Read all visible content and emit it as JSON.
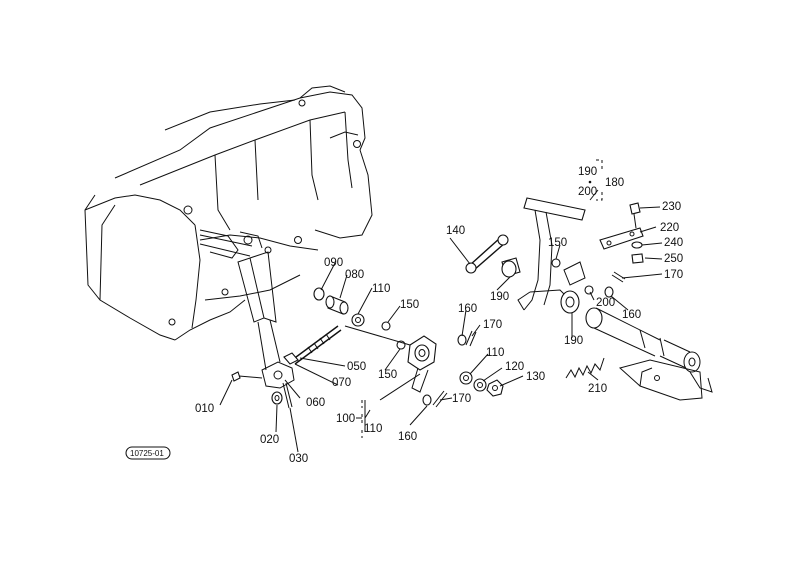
{
  "diagram": {
    "part_labels": [
      {
        "id": "010",
        "text": "010"
      },
      {
        "id": "020",
        "text": "020"
      },
      {
        "id": "030",
        "text": "030"
      },
      {
        "id": "050",
        "text": "050"
      },
      {
        "id": "060",
        "text": "060"
      },
      {
        "id": "070",
        "text": "070"
      },
      {
        "id": "080",
        "text": "080"
      },
      {
        "id": "090",
        "text": "090"
      },
      {
        "id": "100",
        "text": "100"
      },
      {
        "id": "110a",
        "text": "110"
      },
      {
        "id": "110b",
        "text": "110"
      },
      {
        "id": "110c",
        "text": "110"
      },
      {
        "id": "120",
        "text": "120"
      },
      {
        "id": "130",
        "text": "130"
      },
      {
        "id": "140",
        "text": "140"
      },
      {
        "id": "150a",
        "text": "150"
      },
      {
        "id": "150b",
        "text": "150"
      },
      {
        "id": "150c",
        "text": "150"
      },
      {
        "id": "160a",
        "text": "160"
      },
      {
        "id": "160b",
        "text": "160"
      },
      {
        "id": "160c",
        "text": "160"
      },
      {
        "id": "170a",
        "text": "170"
      },
      {
        "id": "170b",
        "text": "170"
      },
      {
        "id": "170c",
        "text": "170"
      },
      {
        "id": "180",
        "text": "180"
      },
      {
        "id": "190a",
        "text": "190"
      },
      {
        "id": "190b",
        "text": "190"
      },
      {
        "id": "190c",
        "text": "190"
      },
      {
        "id": "200a",
        "text": "200"
      },
      {
        "id": "200b",
        "text": "200"
      },
      {
        "id": "210",
        "text": "210"
      },
      {
        "id": "220",
        "text": "220"
      },
      {
        "id": "230",
        "text": "230"
      },
      {
        "id": "240",
        "text": "240"
      },
      {
        "id": "250",
        "text": "250"
      }
    ],
    "reference_code": "10725-01"
  }
}
